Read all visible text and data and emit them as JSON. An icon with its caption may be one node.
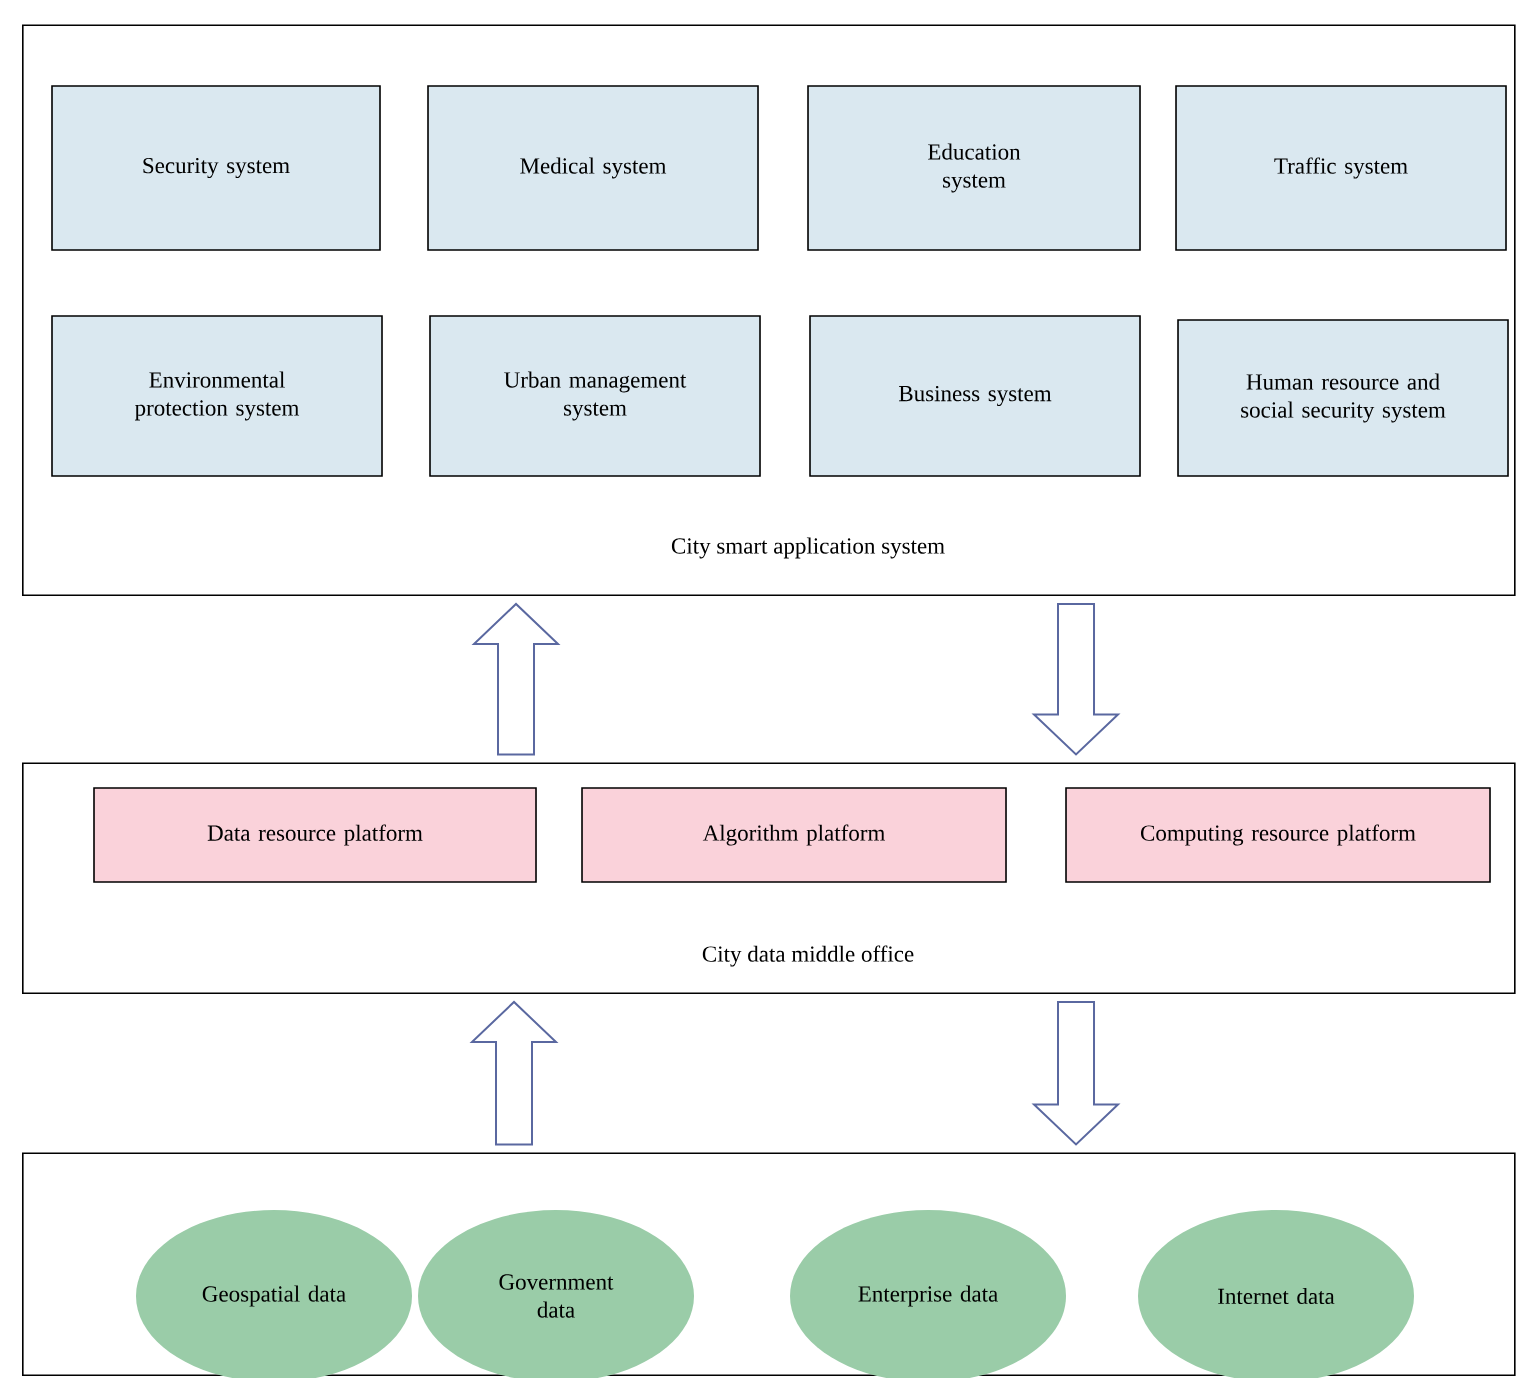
{
  "diagram": {
    "nodes": [
      {
        "text": [
          "City smart application system"
        ]
      },
      {
        "text": [
          "Security system"
        ],
        "in": 0
      },
      {
        "text": [
          "Medical system"
        ],
        "in": 0
      },
      {
        "text": [
          "Education system"
        ],
        "in": 0
      },
      {
        "text": [
          "Traffic system"
        ],
        "in": 0
      },
      {
        "text": [
          "Environmental protection system"
        ],
        "in": 0
      },
      {
        "text": [
          "Urban management system"
        ],
        "in": 0
      },
      {
        "text": [
          "Business system"
        ],
        "in": 0
      },
      {
        "text": [
          "Human resource and social security system"
        ],
        "in": 0
      },
      {
        "text": [
          "City data middle office"
        ]
      },
      {
        "text": [
          "Data resource platform"
        ],
        "in": 9
      },
      {
        "text": [
          "Algorithm platform"
        ],
        "in": 9
      },
      {
        "text": [
          "Computing resource platform"
        ],
        "in": 9
      },
      {
        "text": [],
        "shape": "box"
      },
      {
        "text": [
          "Geospatial data"
        ],
        "in": 13
      },
      {
        "text": [
          "Government data"
        ],
        "in": 13
      },
      {
        "text": [
          "Enterprise data"
        ],
        "in": 13
      },
      {
        "text": [
          "Internet data"
        ],
        "in": 13
      }
    ],
    "edges": [
      {
        "from": 9,
        "to": 0,
        "arrow": "to"
      },
      {
        "from": 0,
        "to": 9,
        "arrow": "to"
      },
      {
        "from": 13,
        "to": 9,
        "arrow": "to"
      },
      {
        "from": 9,
        "to": 13,
        "arrow": "to"
      }
    ]
  }
}
